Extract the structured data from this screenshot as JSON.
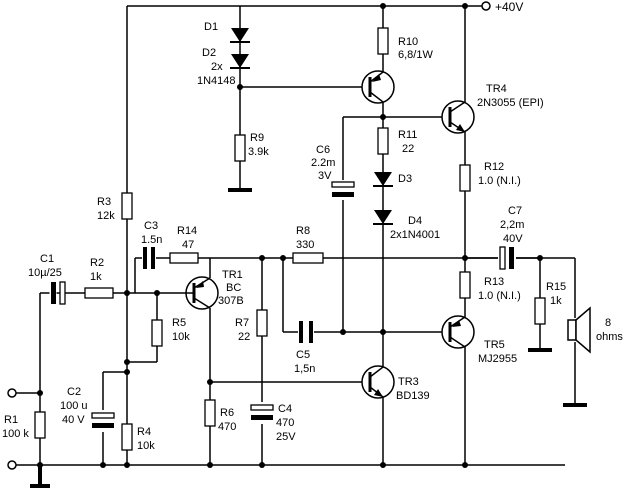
{
  "supply": "+40V",
  "components": {
    "D1": {
      "name": "D1"
    },
    "D2": {
      "name": "D2",
      "qty": "2x",
      "part": "1N4148"
    },
    "R10": {
      "name": "R10",
      "value": "6,8/1W"
    },
    "TR4": {
      "name": "TR4",
      "part": "2N3055 (EPI)"
    },
    "R9": {
      "name": "R9",
      "value": "3.9k"
    },
    "C6": {
      "name": "C6",
      "value": "2.2m",
      "voltage": "3V"
    },
    "R11": {
      "name": "R11",
      "value": "22"
    },
    "D3": {
      "name": "D3"
    },
    "D4": {
      "name": "D4",
      "part": "2x1N4001"
    },
    "R12": {
      "name": "R12",
      "value": "1.0 (N.I.)"
    },
    "R3": {
      "name": "R3",
      "value": "12k"
    },
    "C3": {
      "name": "C3",
      "value": "1.5n"
    },
    "R14": {
      "name": "R14",
      "value": "47"
    },
    "R8": {
      "name": "R8",
      "value": "330"
    },
    "C7": {
      "name": "C7",
      "value": "2,2m",
      "voltage": "40V"
    },
    "C1": {
      "name": "C1",
      "value": "10µ/25"
    },
    "R2": {
      "name": "R2",
      "value": "1k"
    },
    "TR1": {
      "name": "TR1",
      "part": "BC",
      "part2": "307B"
    },
    "R13": {
      "name": "R13",
      "value": "1.0 (N.I.)"
    },
    "R15": {
      "name": "R15",
      "value": "1k"
    },
    "speaker": {
      "value": "8",
      "unit": "ohms"
    },
    "R5": {
      "name": "R5",
      "value": "10k"
    },
    "R7": {
      "name": "R7",
      "value": "22"
    },
    "C5": {
      "name": "C5",
      "value": "1,5n"
    },
    "TR5": {
      "name": "TR5",
      "part": "MJ2955"
    },
    "C2": {
      "name": "C2",
      "value": "100 u",
      "voltage": "40 V"
    },
    "TR3": {
      "name": "TR3",
      "part": "BD139"
    },
    "R1": {
      "name": "R1",
      "value": "100 k"
    },
    "R6": {
      "name": "R6",
      "value": "470"
    },
    "C4": {
      "name": "C4",
      "value": "470",
      "voltage": "25V"
    },
    "R4": {
      "name": "R4",
      "value": "10k"
    }
  }
}
